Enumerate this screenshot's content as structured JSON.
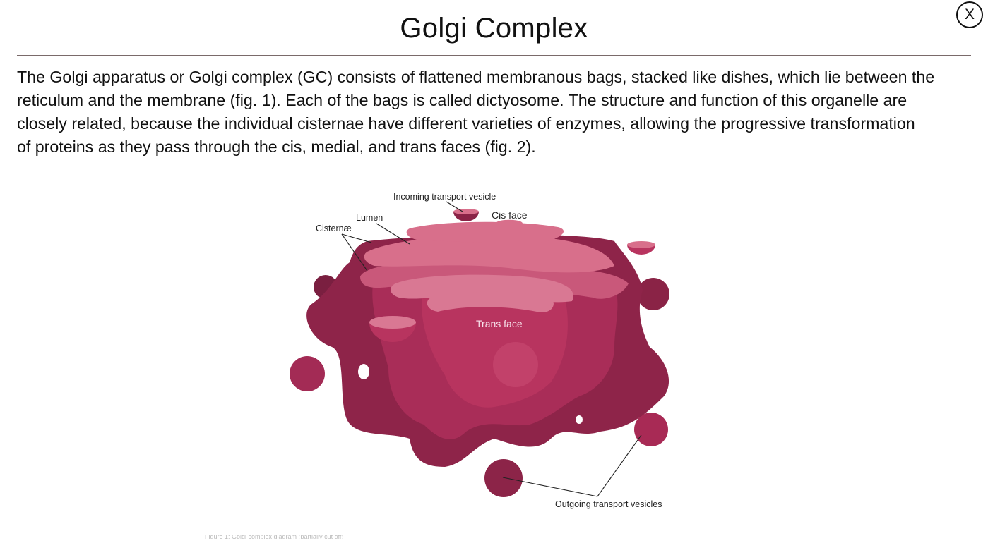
{
  "header": {
    "title": "Golgi Complex",
    "close_label": "X",
    "close_icon": "close-circle-icon"
  },
  "body": {
    "lines": [
      "The Golgi apparatus or Golgi complex (GC) consists of flattened membranous bags, stacked like dishes, which lie between the",
      "reticulum and the membrane (fig. 1). Each of the bags is called dictyosome. The structure and function of this organelle are",
      "closely related, because the individual cisternae have different varieties of enzymes, allowing the progressive transformation",
      "of proteins as they pass through the cis, medial, and trans faces (fig. 2)."
    ]
  },
  "figure": {
    "labels": {
      "incoming": "Incoming transport vesicle",
      "cis": "Cis face",
      "lumen": "Lumen",
      "cisternae": "Cisternæ",
      "trans": "Trans face",
      "outgoing": "Outgoing transport vesicles"
    },
    "colors": {
      "light": "#d86f8b",
      "mid": "#b8345f",
      "dark": "#8e2449",
      "darkest": "#6e1b39"
    },
    "caption": "Figure 1: Golgi complex diagram (partially cut off)"
  }
}
